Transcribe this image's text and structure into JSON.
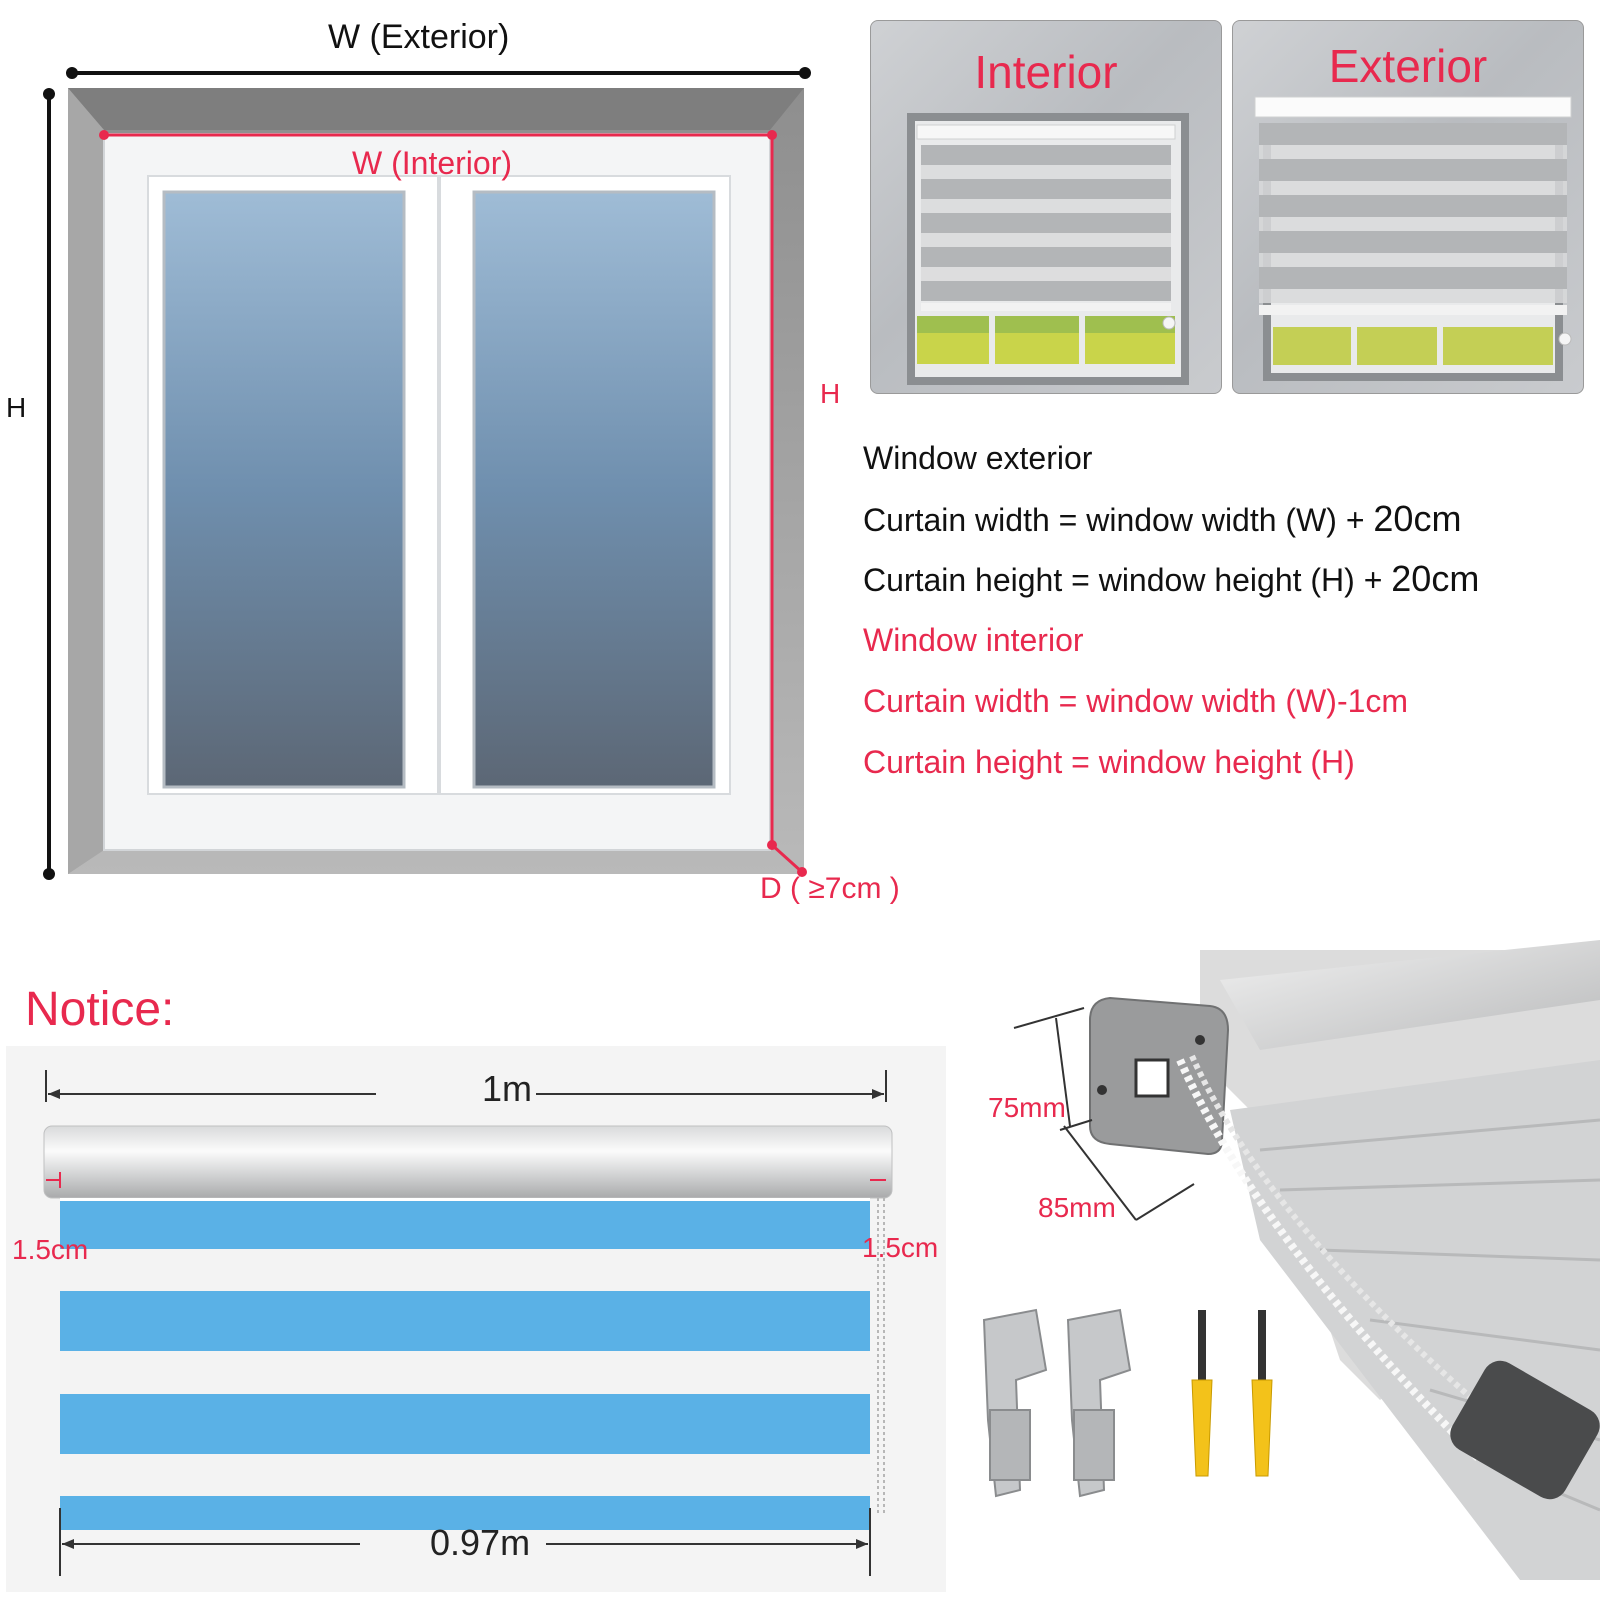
{
  "window_diagram": {
    "exterior_width_label": "W (Exterior)",
    "interior_width_label": "W (Interior)",
    "exterior_height_label": "H",
    "interior_height_label": "H",
    "depth_label": "D ( ≥7cm )"
  },
  "photos": {
    "interior_title": "Interior",
    "exterior_title": "Exterior"
  },
  "instructions": {
    "exterior_heading": "Window exterior",
    "exterior_width_text": "Curtain width = window width (W) + ",
    "exterior_width_value": "20cm",
    "exterior_height_text": "Curtain height = window height (H) + ",
    "exterior_height_value": "20cm",
    "interior_heading": "Window interior",
    "interior_width_rule": "Curtain width = window width (W)-1cm",
    "interior_height_rule": "Curtain height = window height (H)"
  },
  "notice": {
    "heading": "Notice:",
    "total_width_label": "1m",
    "fabric_width_label": "0.97m",
    "left_gap_label": "1.5cm",
    "right_gap_label": "1.5cm"
  },
  "profile": {
    "height_label": "75mm",
    "depth_label": "85mm"
  },
  "colors": {
    "accent_red": "#e8294e",
    "glass_blue": "#6f8fae",
    "fabric_blue": "#5ab1e6"
  }
}
